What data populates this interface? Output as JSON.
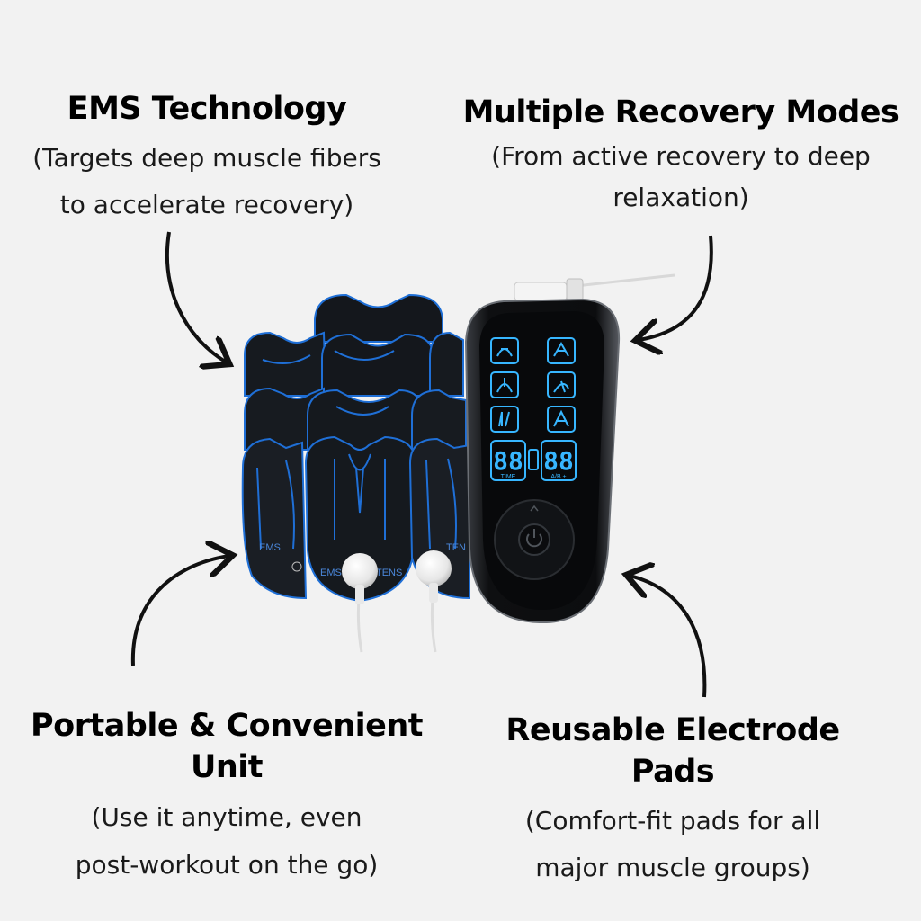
{
  "features": {
    "ems": {
      "title": "EMS Technology",
      "lines": [
        "(Targets deep muscle fibers",
        "to accelerate recovery)"
      ]
    },
    "modes": {
      "title": "Multiple Recovery Modes",
      "lines": [
        "(From active recovery to deep",
        "relaxation)"
      ]
    },
    "portable": {
      "title_lines": [
        "Portable & Convenient",
        "Unit"
      ],
      "lines": [
        "(Use it anytime, even",
        "post-workout on the go)"
      ]
    },
    "pads": {
      "title_lines": [
        "Reusable Electrode",
        "Pads"
      ],
      "lines": [
        "(Comfort-fit pads for all",
        "major muscle groups)"
      ]
    }
  },
  "device": {
    "display_left": "88",
    "display_right": "88",
    "label_time": "TIME",
    "label_ab": "A/B +"
  },
  "pad_labels": {
    "ems_left": "EMS",
    "ems_center": "EMS",
    "tens_center": "TENS",
    "tens_right": "TEN"
  },
  "colors": {
    "background": "#f2f2f2",
    "pad_blue": "#1f6fd6",
    "screen_glow": "#37b6ff"
  }
}
